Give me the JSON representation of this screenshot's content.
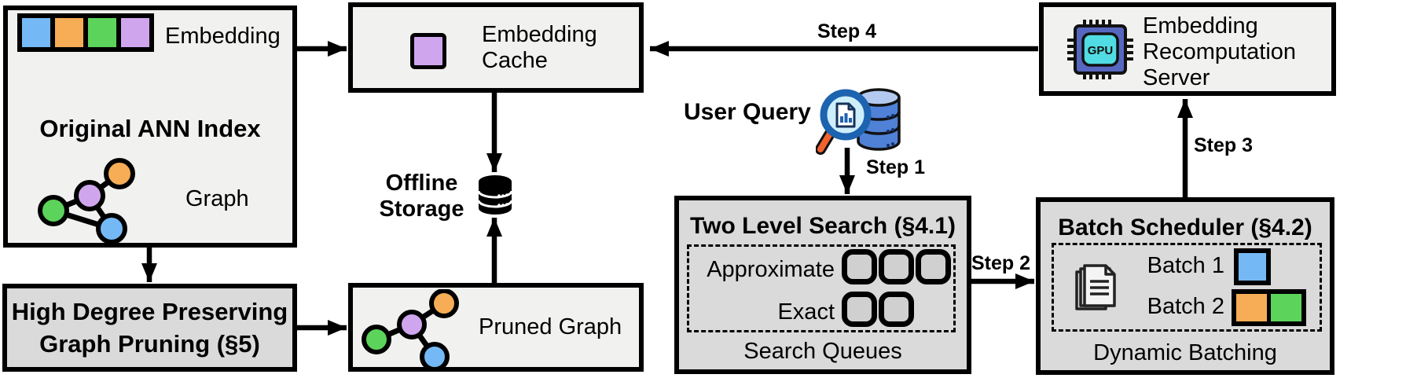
{
  "colors": {
    "blue": "#74b9f5",
    "orange": "#f6ad55",
    "green": "#5cd45c",
    "purple": "#cfa6ee",
    "box-light": "#f1f1f0",
    "box-dark": "#dadada",
    "slot-fill": "#d0d0d0"
  },
  "ann_index": {
    "embedding_label": "Embedding",
    "title": "Original ANN Index",
    "graph_label": "Graph"
  },
  "graph_pruning": {
    "line1": "High Degree Preserving",
    "line2": "Graph Pruning (§5)"
  },
  "embedding_cache": {
    "line1": "Embedding",
    "line2": "Cache"
  },
  "offline_storage": {
    "line1": "Offline",
    "line2": "Storage"
  },
  "pruned_graph": {
    "label": "Pruned Graph"
  },
  "user_query": {
    "label": "User Query"
  },
  "steps": {
    "s1": "Step 1",
    "s2": "Step 2",
    "s3": "Step 3",
    "s4": "Step 4"
  },
  "two_level_search": {
    "title": "Two Level Search (§4.1)",
    "approximate": "Approximate",
    "exact": "Exact",
    "caption": "Search Queues"
  },
  "batch_scheduler": {
    "title": "Batch Scheduler (§4.2)",
    "batch1": "Batch 1",
    "batch2": "Batch 2",
    "caption": "Dynamic Batching"
  },
  "recompute_server": {
    "line1": "Embedding",
    "line2": "Recomputation",
    "line3": "Server"
  },
  "gpu_label": "GPU"
}
